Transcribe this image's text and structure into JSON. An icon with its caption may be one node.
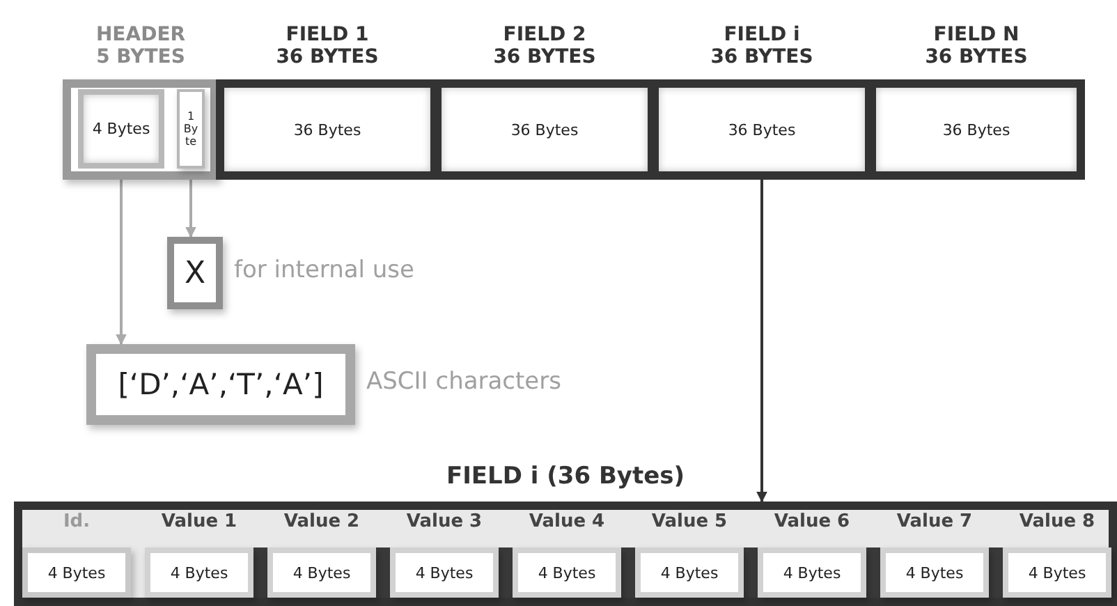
{
  "diagram": {
    "nodes": [
      {
        "text": [
          "HEADER 5 BYTES"
        ]
      },
      {
        "text": [
          "4 Bytes"
        ],
        "in": 0
      },
      {
        "text": [
          "1 Byte"
        ],
        "in": 0
      },
      {
        "text": [
          "FIELD 1 36 BYTES",
          "36 Bytes"
        ]
      },
      {
        "text": [
          "FIELD 2 36 BYTES",
          "36 Bytes"
        ]
      },
      {
        "text": [
          "FIELD i 36 BYTES",
          "36 Bytes"
        ]
      },
      {
        "text": [
          "FIELD N 36 BYTES",
          "36 Bytes"
        ]
      },
      {
        "text": [
          "X"
        ],
        "beside": [
          "for internal use"
        ]
      },
      {
        "text": [
          "[‘D’,‘A’,‘T’,‘A’]"
        ],
        "beside": [
          "ASCII characters"
        ]
      },
      {
        "text": [
          "FIELD i (36 Bytes)"
        ]
      },
      {
        "text": [
          "Id.",
          "4 Bytes"
        ],
        "in": 9
      },
      {
        "text": [
          "Value 1",
          "4 Bytes"
        ],
        "in": 9
      },
      {
        "text": [
          "Value 2",
          "4 Bytes"
        ],
        "in": 9
      },
      {
        "text": [
          "Value 3",
          "4 Bytes"
        ],
        "in": 9
      },
      {
        "text": [
          "Value 4",
          "4 Bytes"
        ],
        "in": 9
      },
      {
        "text": [
          "Value 5",
          "4 Bytes"
        ],
        "in": 9
      },
      {
        "text": [
          "Value 6",
          "4 Bytes"
        ],
        "in": 9
      },
      {
        "text": [
          "Value 7",
          "4 Bytes"
        ],
        "in": 9
      },
      {
        "text": [
          "Value 8",
          "4 Bytes"
        ],
        "in": 9
      }
    ],
    "edges": [
      {
        "from": 2,
        "to": 7,
        "arrow": "to"
      },
      {
        "from": 1,
        "to": 8,
        "arrow": "to"
      },
      {
        "from": 5,
        "to": 9,
        "arrow": "to",
        "color": "#333333"
      }
    ]
  }
}
